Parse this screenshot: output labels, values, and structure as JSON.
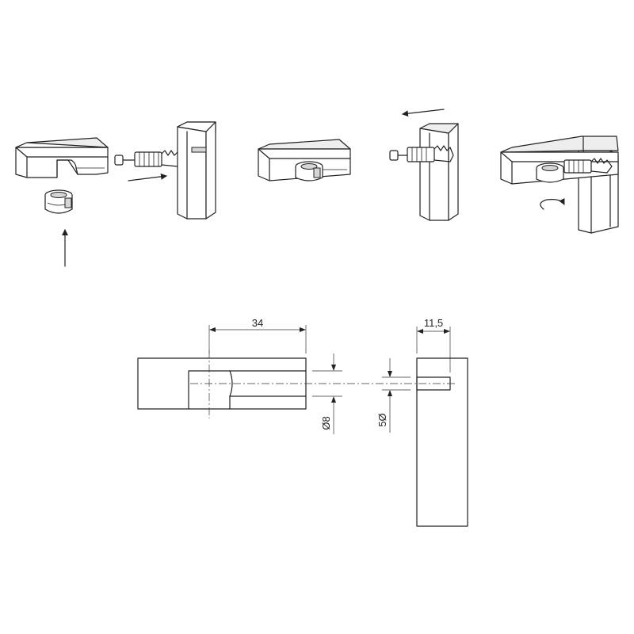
{
  "dimensions": {
    "cam_offset": "34",
    "hole_depth": "11,5",
    "cam_diameter": "Ø8",
    "hole_diameter": "5Ø"
  }
}
